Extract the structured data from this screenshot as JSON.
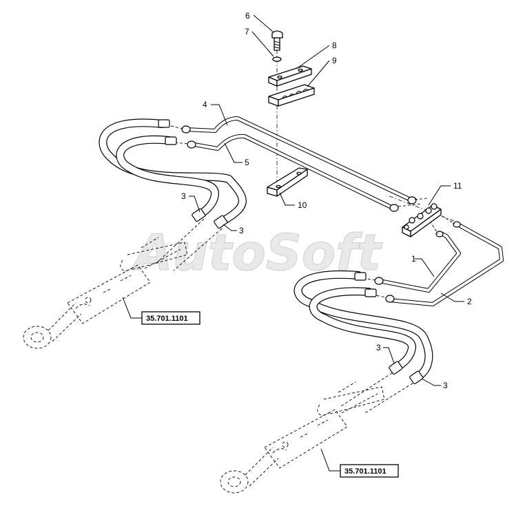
{
  "watermark": "AutoSoft",
  "callouts": {
    "c1": "1",
    "c2": "2",
    "c3a": "3",
    "c3b": "3",
    "c3c": "3",
    "c3d": "3",
    "c4": "4",
    "c5": "5",
    "c6": "6",
    "c7": "7",
    "c8": "8",
    "c9": "9",
    "c10": "10",
    "c11": "11"
  },
  "refs": {
    "left": "35.701.1101",
    "right": "35.701.1101"
  },
  "colors": {
    "line": "#000000",
    "background": "#ffffff",
    "watermark": "#cfcfcf"
  }
}
